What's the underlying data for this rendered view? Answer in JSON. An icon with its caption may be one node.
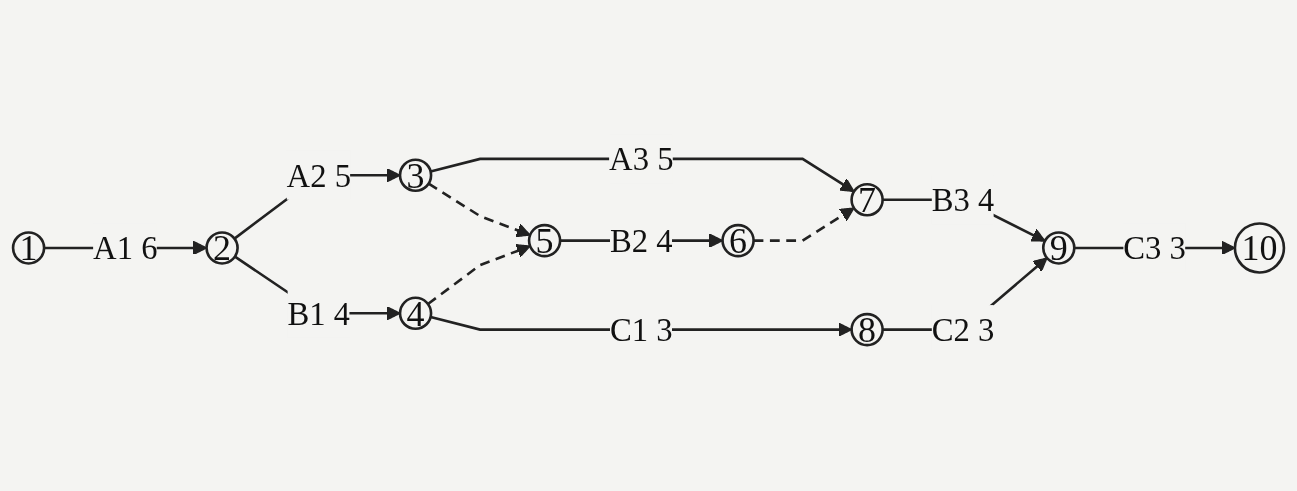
{
  "diagram": {
    "nodes": [
      {
        "text": [
          "1"
        ]
      },
      {
        "text": [
          "2"
        ]
      },
      {
        "text": [
          "3"
        ]
      },
      {
        "text": [
          "4"
        ]
      },
      {
        "text": [
          "5"
        ]
      },
      {
        "text": [
          "6"
        ]
      },
      {
        "text": [
          "7"
        ]
      },
      {
        "text": [
          "8"
        ]
      },
      {
        "text": [
          "9"
        ]
      },
      {
        "text": [
          "10"
        ]
      }
    ],
    "edges": [
      {
        "from": 0,
        "to": 1,
        "arrow": "to",
        "label": "A1 6"
      },
      {
        "from": 1,
        "to": 2,
        "arrow": "to",
        "label": "A2 5"
      },
      {
        "from": 2,
        "to": 6,
        "arrow": "to",
        "label": "A3 5"
      },
      {
        "from": 2,
        "to": 4,
        "arrow": "to",
        "style": "dashed"
      },
      {
        "from": 1,
        "to": 3,
        "arrow": "to",
        "label": "B1 4"
      },
      {
        "from": 3,
        "to": 4,
        "arrow": "to",
        "style": "dashed"
      },
      {
        "from": 4,
        "to": 5,
        "arrow": "to",
        "label": "B2 4"
      },
      {
        "from": 5,
        "to": 6,
        "arrow": "to",
        "style": "dashed"
      },
      {
        "from": 6,
        "to": 8,
        "arrow": "to",
        "label": "B3 4"
      },
      {
        "from": 3,
        "to": 7,
        "arrow": "to",
        "label": "C1 3"
      },
      {
        "from": 7,
        "to": 8,
        "arrow": "to",
        "label": "C2 3"
      },
      {
        "from": 8,
        "to": 9,
        "arrow": "to",
        "label": "C3 3"
      }
    ]
  }
}
